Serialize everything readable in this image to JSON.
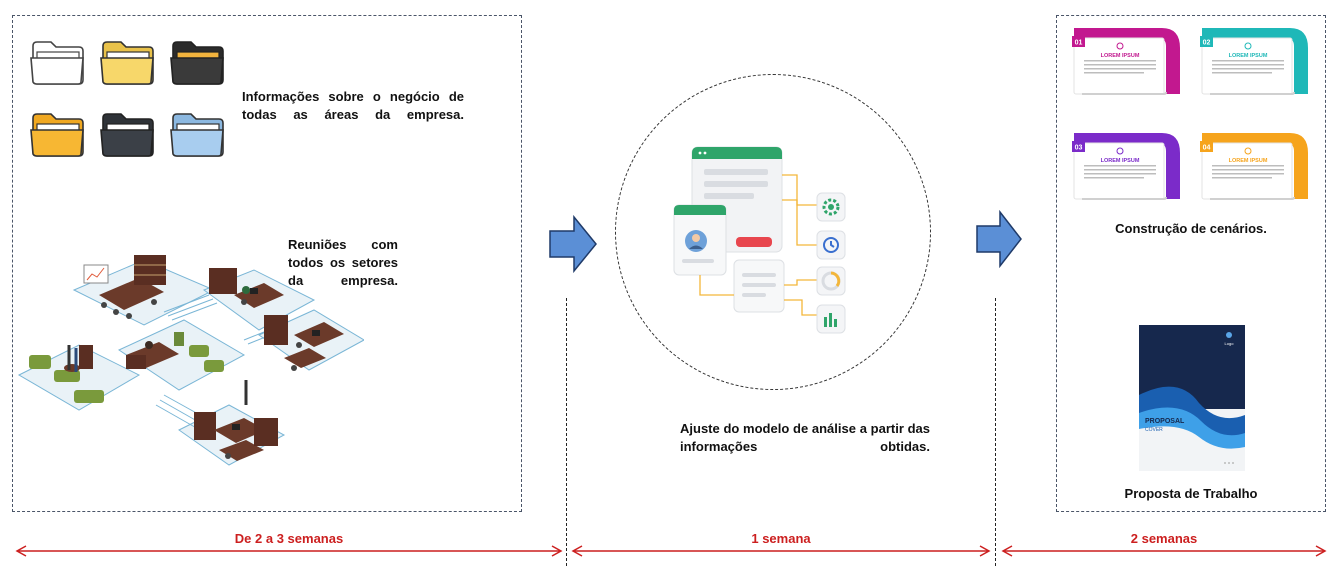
{
  "colors": {
    "arrow_blue": "#5b8fd6",
    "arrow_outline": "#1f3a68",
    "timeline_red": "#cc1f1f"
  },
  "phase1": {
    "info_text": "Informações sobre o negócio de todas as áreas da empresa.",
    "meetings_text": "Reuniões com todos os setores da empresa.",
    "folder_icons": [
      "white-folder-icon",
      "yellow-folder-icon",
      "black-folder-icon",
      "orange-folder-icon",
      "dark-folder-icon",
      "light-blue-folder-icon"
    ]
  },
  "phase2": {
    "adjust_text": "Ajuste do modelo de análise a partir das informações obtidas."
  },
  "phase3": {
    "scenarios_text": "Construção de cenários.",
    "proposal_text": "Proposta de Trabalho",
    "infographic_cards": [
      {
        "number": "01",
        "title": "LOREM IPSUM",
        "color": "#c2188f"
      },
      {
        "number": "02",
        "title": "LOREM IPSUM",
        "color": "#1fb8b8"
      },
      {
        "number": "03",
        "title": "LOREM IPSUM",
        "color": "#7b2bc9"
      },
      {
        "number": "04",
        "title": "LOREM IPSUM",
        "color": "#f6a41c"
      }
    ],
    "proposal_cover": {
      "title": "PROPOSAL",
      "subtitle": "COVER",
      "logo": "Logo"
    }
  },
  "timeline": {
    "phase1": "De 2 a 3 semanas",
    "phase2": "1 semana",
    "phase3": "2 semanas"
  }
}
